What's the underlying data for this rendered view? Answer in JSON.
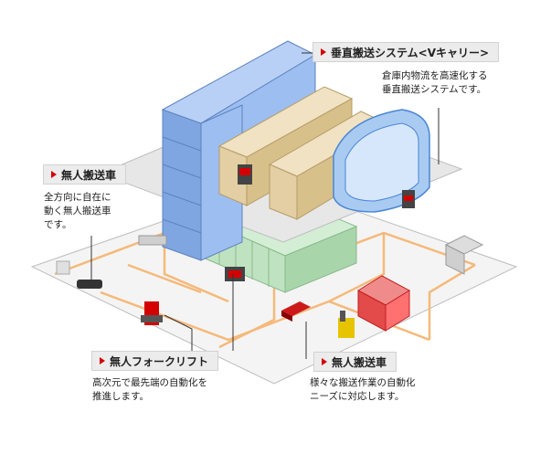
{
  "callouts": [
    {
      "title": "垂直搬送システム<Vキャリー>",
      "desc": [
        "倉庫内物流を高速化する",
        "垂直搬送システムです。"
      ]
    },
    {
      "title": "無人搬送車",
      "desc": [
        "全方向に自在に",
        "動く無人搬送車",
        "です。"
      ]
    },
    {
      "title": "無人フォークリフト",
      "desc": [
        "高次元で最先端の自動化を",
        "推進します。"
      ]
    },
    {
      "title": "無人搬送車",
      "desc": [
        "様々な搬送作業の自動化",
        "ニーズに対応します。"
      ]
    }
  ],
  "colors": {
    "accent": "#d40000",
    "route": "#f5b97a",
    "rack_blue": "#8fb3e8",
    "rack_cardboard": "#e3cfa3",
    "rack_green": "#bfe3c0"
  }
}
